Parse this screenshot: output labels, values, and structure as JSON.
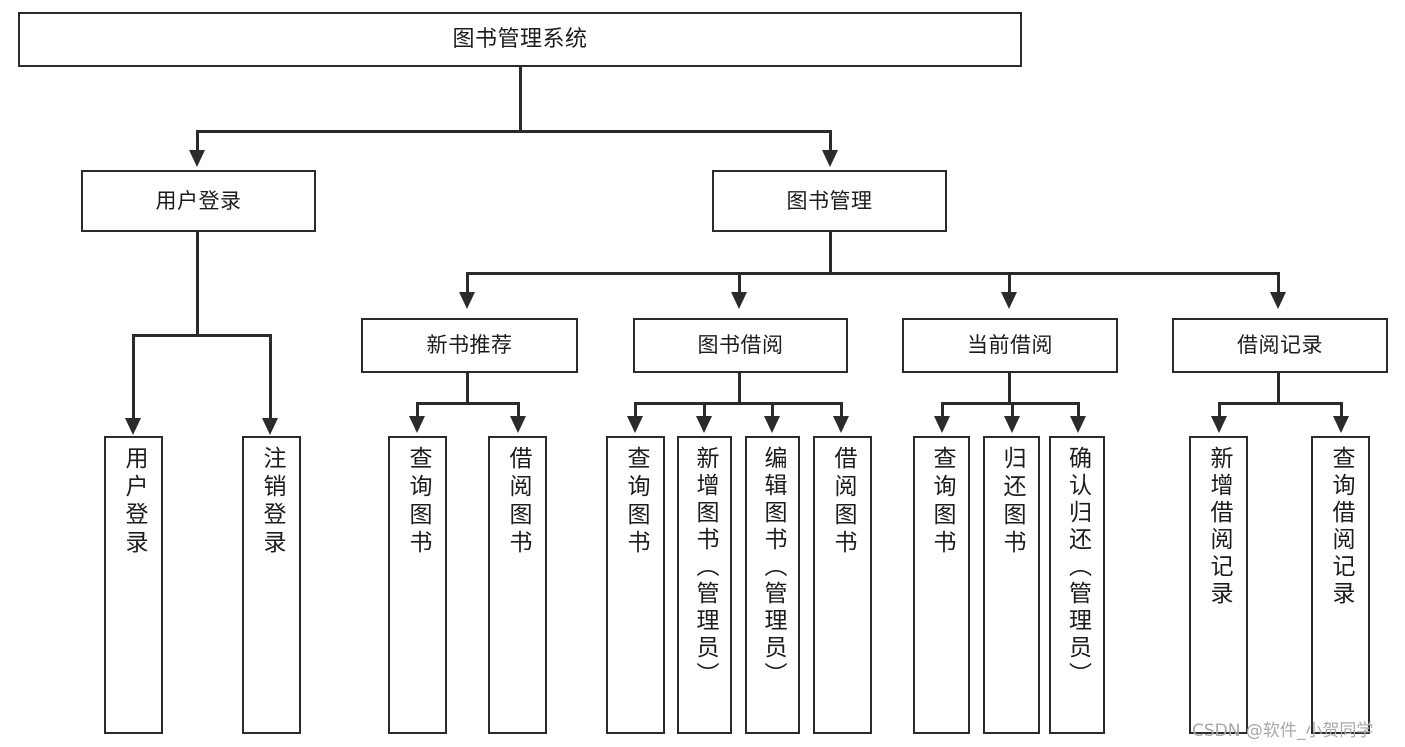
{
  "diagram": {
    "type": "tree-hierarchy-flowchart",
    "title": "图书管理系统",
    "orientation": "top-down",
    "colors": {
      "box_border": "#2b2b2b",
      "box_fill": "#ffffff",
      "connector": "#2b2b2b",
      "text": "#1c1c1c",
      "watermark": "#a8a8a8",
      "background": "#ffffff"
    }
  },
  "nodes": {
    "root": {
      "label": "图书管理系统",
      "level": 1
    },
    "level2": [
      {
        "id": "user-login",
        "label": "用户登录"
      },
      {
        "id": "book-management",
        "label": "图书管理"
      }
    ],
    "level3": [
      {
        "id": "new-book-recommend",
        "label": "新书推荐"
      },
      {
        "id": "book-borrow",
        "label": "图书借阅"
      },
      {
        "id": "current-borrow",
        "label": "当前借阅"
      },
      {
        "id": "borrow-record",
        "label": "借阅记录"
      }
    ],
    "leaves": {
      "user-login": [
        {
          "id": "leaf-user-login",
          "label": "用户登录"
        },
        {
          "id": "leaf-logout-login",
          "label": "注销登录"
        }
      ],
      "new-book-recommend": [
        {
          "id": "leaf-query-book-1",
          "label": "查询图书"
        },
        {
          "id": "leaf-borrow-book-1",
          "label": "借阅图书"
        }
      ],
      "book-borrow": [
        {
          "id": "leaf-query-book-2",
          "label": "查询图书"
        },
        {
          "id": "leaf-add-book",
          "label": "新增图书（管理员）"
        },
        {
          "id": "leaf-edit-book",
          "label": "编辑图书（管理员）"
        },
        {
          "id": "leaf-borrow-book-2",
          "label": "借阅图书"
        }
      ],
      "current-borrow": [
        {
          "id": "leaf-query-book-3",
          "label": "查询图书"
        },
        {
          "id": "leaf-return-book",
          "label": "归还图书"
        },
        {
          "id": "leaf-confirm-return",
          "label": "确认归还（管理员）"
        }
      ],
      "borrow-record": [
        {
          "id": "leaf-add-record",
          "label": "新增借阅记录"
        },
        {
          "id": "leaf-query-record",
          "label": "查询借阅记录"
        }
      ]
    }
  },
  "watermark": {
    "text": "CSDN @软件_小贺同学"
  }
}
